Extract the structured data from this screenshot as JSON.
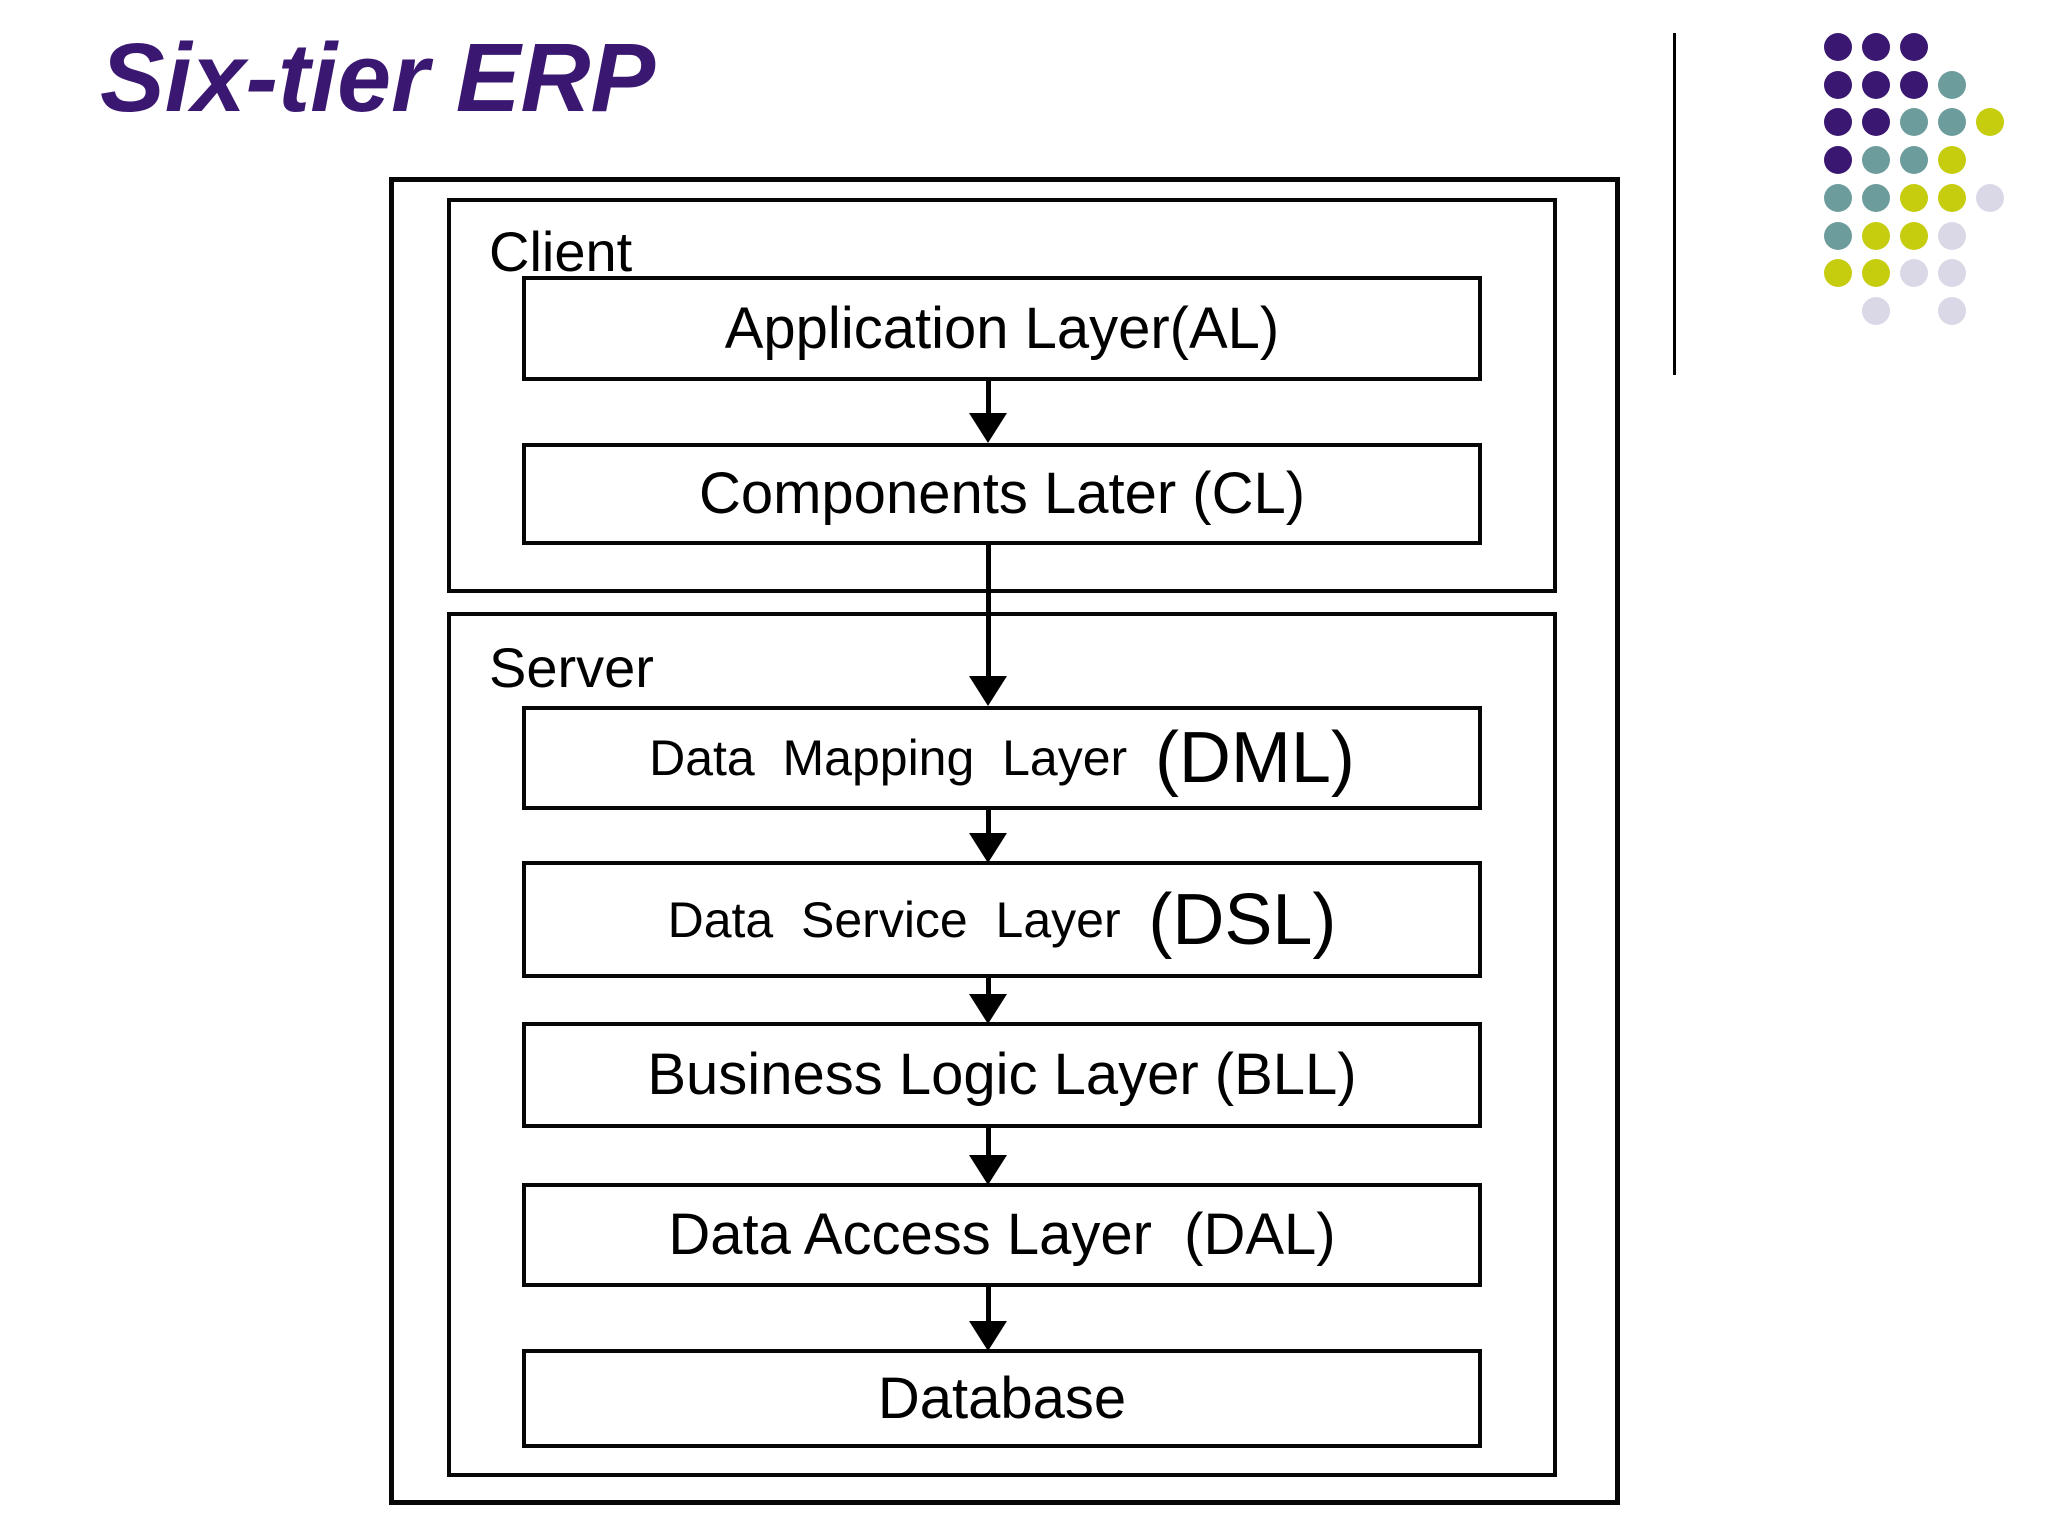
{
  "slide": {
    "title": "Six-tier ERP"
  },
  "diagram": {
    "client_label": "Client",
    "server_label": "Server",
    "layers": {
      "al": {
        "text": "Application Layer(AL)"
      },
      "cl": {
        "text": "Components Later (CL)"
      },
      "dml": {
        "main": "Data  Mapping  Layer  ",
        "abbr": "(DML)"
      },
      "dsl": {
        "main": "Data  Service  Layer  ",
        "abbr": "(DSL)"
      },
      "bll": {
        "text": "Business Logic Layer (BLL)"
      },
      "dal": {
        "text": "Data Access Layer  (DAL)"
      },
      "db": {
        "text": "Database"
      }
    }
  },
  "decoration": {
    "colors": {
      "p": "#3A1771",
      "t": "#6D9C9C",
      "y": "#C6CC0E",
      "l": "#DAD8E6"
    },
    "rows": [
      [
        "p",
        "p",
        "p"
      ],
      [
        "p",
        "p",
        "p",
        "t"
      ],
      [
        "p",
        "p",
        "t",
        "t",
        "y"
      ],
      [
        "p",
        "t",
        "t",
        "y"
      ],
      [
        "t",
        "t",
        "y",
        "y",
        "l"
      ],
      [
        "t",
        "y",
        "y",
        "l"
      ],
      [
        "y",
        "y",
        "l",
        "l"
      ],
      [
        null,
        "l",
        null,
        "l"
      ]
    ]
  }
}
